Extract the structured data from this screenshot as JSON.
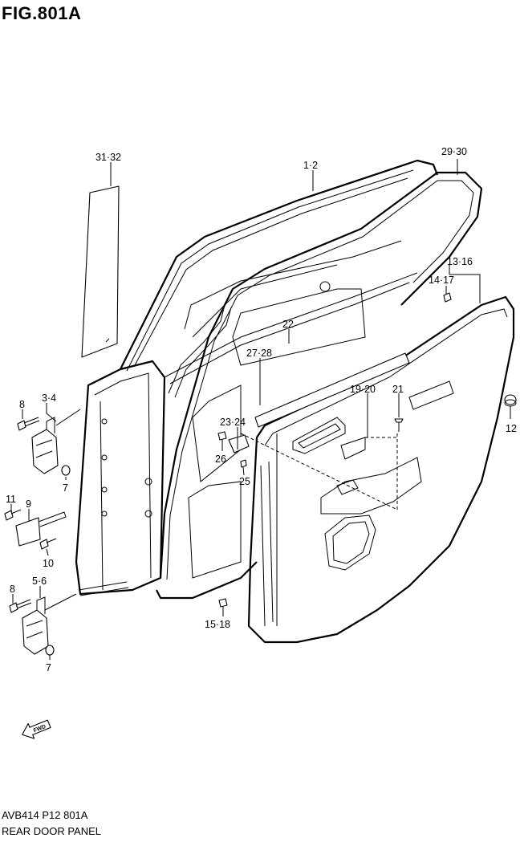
{
  "figure": {
    "title": "FIG.801A",
    "code": "AVB414 P12 801A",
    "name": "REAR DOOR PANEL",
    "fwd_label": "FWD"
  },
  "callouts": {
    "c31_32": "31·32",
    "c1_2": "1·2",
    "c29_30": "29·30",
    "c13_16": "13·16",
    "c14_17": "14·17",
    "c22": "22",
    "c27_28": "27·28",
    "c8a": "8",
    "c3_4": "3·4",
    "c7a": "7",
    "c11": "11",
    "c9": "9",
    "c10": "10",
    "c5_6": "5·6",
    "c8b": "8",
    "c7b": "7",
    "c19_20": "19·20",
    "c21": "21",
    "c12": "12",
    "c23_24": "23·24",
    "c26": "26",
    "c25": "25",
    "c15_18": "15·18"
  }
}
